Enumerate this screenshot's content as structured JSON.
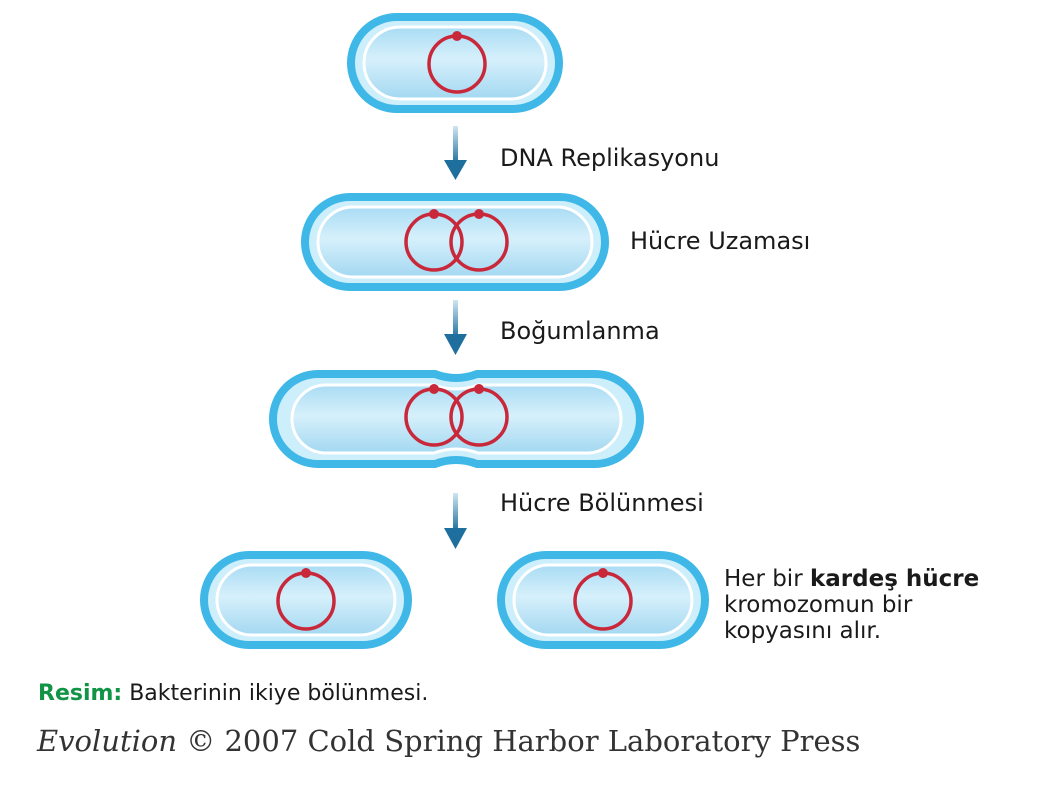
{
  "steps": {
    "replication": "DNA Replikasyonu",
    "elongation": "Hücre Uzaması",
    "constriction": "Boğumlanma",
    "division": "Hücre Bölünmesi"
  },
  "result": {
    "prefix": "Her bir",
    "emphasis": "kardeş hücre",
    "line2": "kromozomun bir",
    "line3": "kopyasını alır."
  },
  "caption": {
    "tag": "Resim:",
    "text": "Bakterinin ikiye bölünmesi."
  },
  "credit": {
    "title": "Evolution",
    "text": "© 2007 Cold Spring Harbor Laboratory Press"
  },
  "colors": {
    "cell_outline": "#3fb8e8",
    "cell_fill": "#bfe6f7",
    "chromosome": "#c8283a",
    "arrow": "#1f6f9e"
  }
}
